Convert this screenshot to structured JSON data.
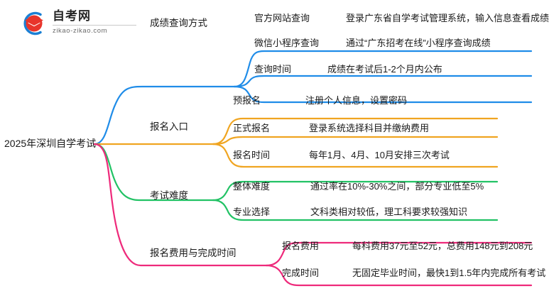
{
  "logo": {
    "title": "自考网",
    "subtitle": "zikao-zikao.com",
    "mark_name": "zikao-logo-icon",
    "colors": {
      "arc": "#1a7fd4",
      "cap": "#e8352b"
    }
  },
  "mindmap": {
    "root": {
      "label": "2025年深圳自学考试"
    },
    "colors": {
      "branch1": "#1f8ce8",
      "branch2": "#f0a521",
      "branch3": "#22c265",
      "branch4": "#ee2a7b"
    },
    "branches": [
      {
        "label": "成绩查询方式",
        "color": "#1f8ce8",
        "children": [
          {
            "label": "官方网站查询",
            "desc": "登录广东省自学考试管理系统，输入信息查看成绩"
          },
          {
            "label": "微信小程序查询",
            "desc": "通过“广东招考在线”小程序查询成绩"
          },
          {
            "label": "查询时间",
            "desc": "成绩在考试后1-2个月内公布"
          }
        ]
      },
      {
        "label": "报名入口",
        "color": "#f0a521",
        "children": [
          {
            "label": "预报名",
            "desc": "注册个人信息，设置密码"
          },
          {
            "label": "正式报名",
            "desc": "登录系统选择科目并缴纳费用"
          },
          {
            "label": "报名时间",
            "desc": "每年1月、4月、10月安排三次考试"
          }
        ]
      },
      {
        "label": "考试难度",
        "color": "#22c265",
        "children": [
          {
            "label": "整体难度",
            "desc": "通过率在10%-30%之间，部分专业低至5%"
          },
          {
            "label": "专业选择",
            "desc": "文科类相对较低，理工科要求较强知识"
          }
        ]
      },
      {
        "label": "报名费用与完成时间",
        "color": "#ee2a7b",
        "children": [
          {
            "label": "报名费用",
            "desc": "每科费用37元至52元，总费用148元到208元"
          },
          {
            "label": "完成时间",
            "desc": "无固定毕业时间，最快1到1.5年内完成所有考试"
          }
        ]
      }
    ]
  }
}
